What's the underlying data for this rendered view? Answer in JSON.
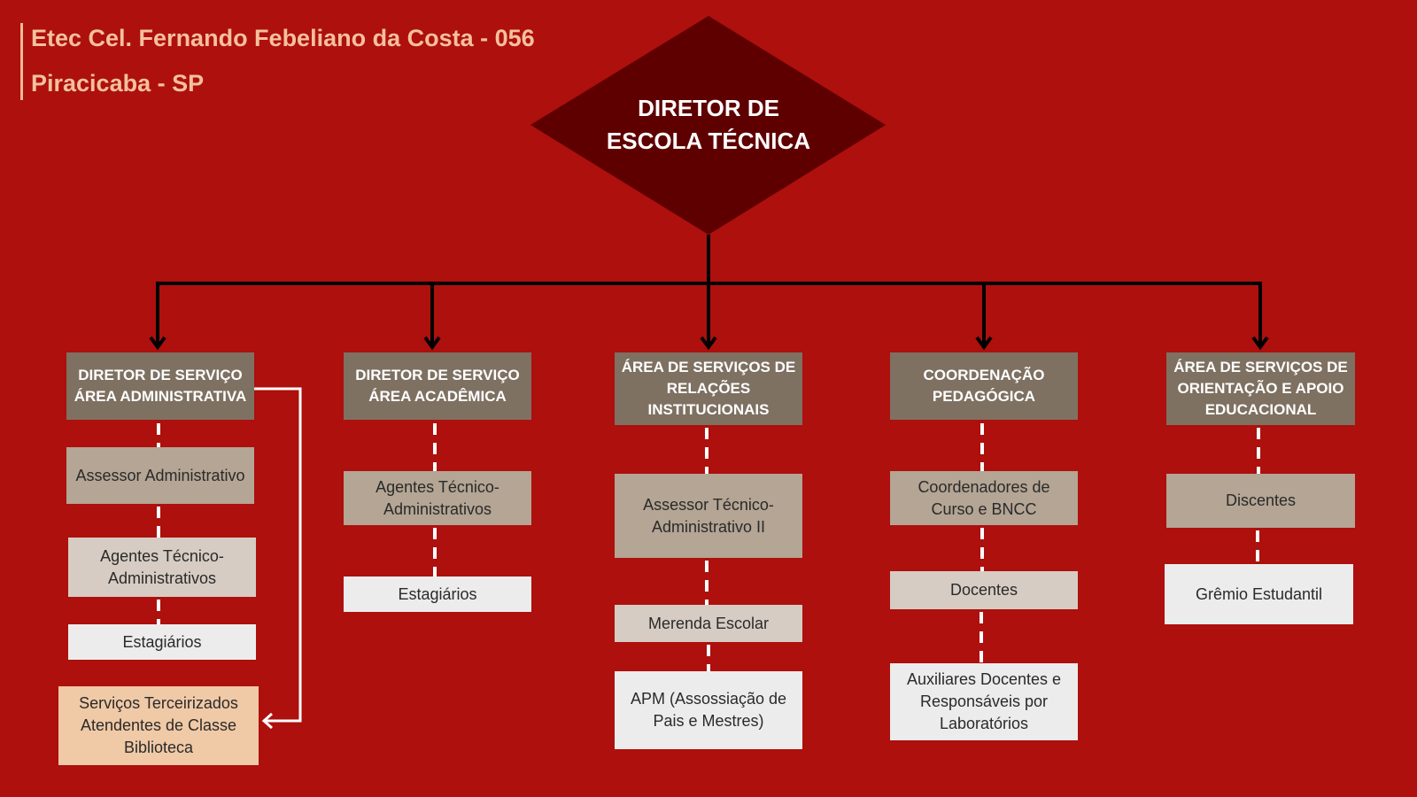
{
  "header": {
    "school": "Etec Cel. Fernando Febeliano da Costa - 056",
    "city": "Piracicaba - SP"
  },
  "root": {
    "line1": "DIRETOR DE",
    "line2": "ESCOLA TÉCNICA"
  },
  "colors": {
    "background": "#ad100d",
    "diamond": "#5e0000",
    "header_box": "#7e7162",
    "level1": "#b4a594",
    "level2": "#d6ccc3",
    "level3": "#ececec",
    "outsourced": "#f0c9a6"
  },
  "columns": [
    {
      "header": "DIRETOR DE SERVIÇO ÁREA ADMINISTRATIVA",
      "items": [
        "Assessor Administrativo",
        "Agentes Técnico-Administrativos",
        "Estagiários"
      ],
      "linked": "Serviços Terceirizados Atendentes de Classe Biblioteca"
    },
    {
      "header": "DIRETOR DE SERVIÇO ÁREA ACADÊMICA",
      "items": [
        "Agentes Técnico-Administrativos",
        "Estagiários"
      ]
    },
    {
      "header": "ÁREA DE SERVIÇOS DE RELAÇÕES INSTITUCIONAIS",
      "items": [
        "Assessor Técnico-Administrativo II",
        "Merenda Escolar",
        "APM (Assossiação de Pais e Mestres)"
      ]
    },
    {
      "header": "COORDENAÇÃO PEDAGÓGICA",
      "items": [
        "Coordenadores de Curso e BNCC",
        "Docentes",
        "Auxiliares Docentes e Responsáveis por Laboratórios"
      ]
    },
    {
      "header": "ÁREA DE SERVIÇOS DE ORIENTAÇÃO E APOIO EDUCACIONAL",
      "items": [
        "Discentes",
        "Grêmio Estudantil"
      ]
    }
  ]
}
